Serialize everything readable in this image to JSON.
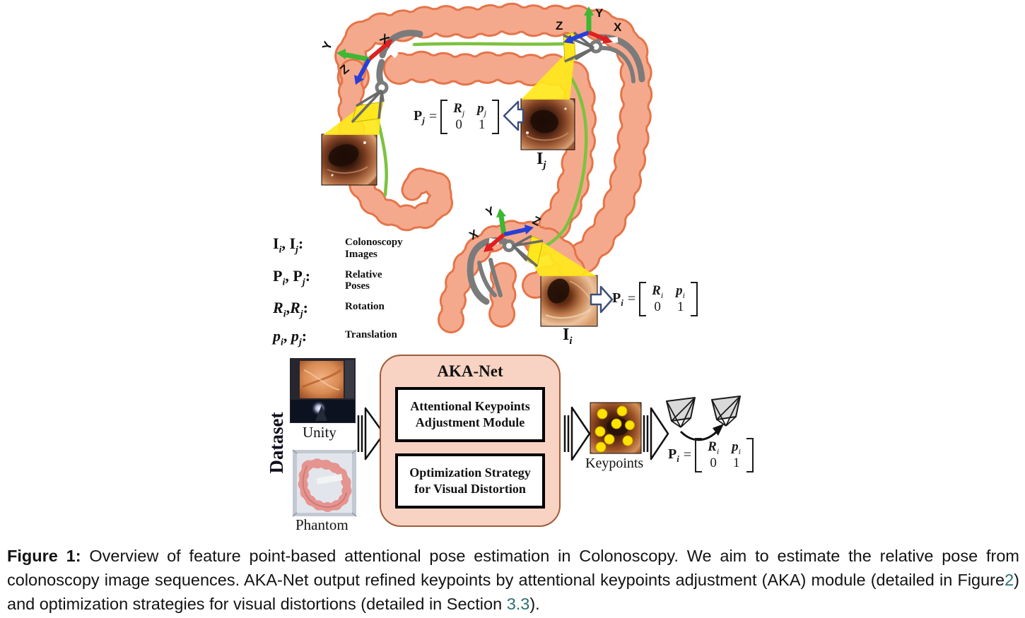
{
  "caption": {
    "label": "Figure 1:",
    "text_a": " Overview of feature point-based attentional pose estimation in Colonoscopy. We aim to estimate the relative pose from colonoscopy image sequences. AKA-Net output refined keypoints by attentional keypoints adjustment (AKA) module (detailed in Figure",
    "link_figure": "2",
    "text_b": ") and optimization strategies for visual distortions (detailed in Section ",
    "link_section": "3.3",
    "text_c": ")."
  },
  "axes": {
    "x": "X",
    "y": "Y",
    "z": "Z"
  },
  "legend": {
    "items": [
      {
        "t1": "I",
        "s1": "i",
        "sep": ", ",
        "t2": "I",
        "s2": "j",
        "colon": ":",
        "d1": "Colonoscopy",
        "d2": "Images"
      },
      {
        "t1": "P",
        "s1": "i",
        "sep": ", ",
        "t2": "P",
        "s2": "j",
        "colon": ":",
        "d1": "Relative",
        "d2": "Poses"
      },
      {
        "t1": "R",
        "s1": "i",
        "sep": ",",
        "t2": "R",
        "s2": "j",
        "colon": ":",
        "d1": "Rotation",
        "d2": ""
      },
      {
        "t1": "p",
        "s1": "i",
        "sep": ", ",
        "t2": "p",
        "s2": "j",
        "colon": ":",
        "d1": "Translation",
        "d2": ""
      }
    ]
  },
  "matrices": {
    "pj": {
      "lhs": "P",
      "lhs_sub": "j",
      "eq": "=",
      "m00": "R",
      "m00_sub": "j",
      "m01": "p",
      "m01_sub": "j",
      "m10": "0",
      "m11": "1"
    },
    "pi": {
      "lhs": "P",
      "lhs_sub": "i",
      "eq": "=",
      "m00": "R",
      "m00_sub": "i",
      "m01": "p",
      "m01_sub": "i",
      "m10": "0",
      "m11": "1"
    },
    "pi2": {
      "lhs": "P",
      "lhs_sub": "i",
      "eq": "=",
      "m00": "R",
      "m00_sub": "i",
      "m01": "p",
      "m01_sub": "i",
      "m10": "0",
      "m11": "1"
    }
  },
  "image_labels": {
    "ij": "I",
    "ij_sub": "j",
    "ii": "I",
    "ii_sub": "i"
  },
  "dataset": {
    "title": "Dataset",
    "unity": "Unity",
    "phantom": "Phantom"
  },
  "aka": {
    "title": "AKA-Net",
    "module1": [
      "Attentional Keypoints",
      "Adjustment Module"
    ],
    "module2": [
      "Optimization Strategy",
      "for Visual Distortion"
    ]
  },
  "keypoints_label": "Keypoints",
  "colors": {
    "colon_fill": "#f5a98c",
    "colon_outline": "#e4754a",
    "endoscope_path_green": "#7cc23f",
    "scope_gray": "#7b7b7b",
    "light_cone_yellow": "#ffe71d",
    "aka_box_fill": "#f8d3c3",
    "aka_box_border": "#a15a3a",
    "matrix_arrow_outline": "#3c4e7a",
    "caption_link": "#2d6f6f",
    "keypoint_dot": "#ffe400"
  }
}
